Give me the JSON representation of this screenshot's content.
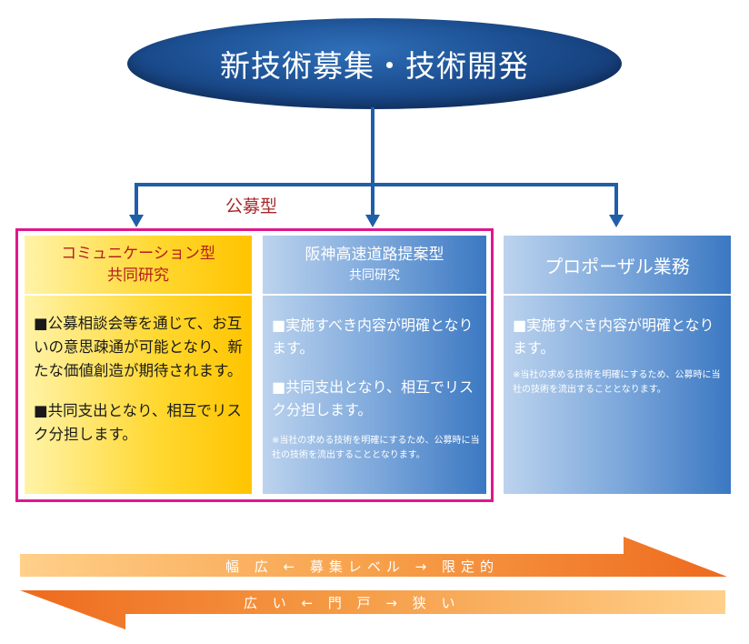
{
  "title": "新技術募集・技術開発",
  "group_label": "公募型",
  "panels": {
    "comm": {
      "title_line1": "コミュニケーション型",
      "title_line2": "共同研究",
      "para1": "■公募相談会等を通じて、お互いの意思疎通が可能となり、新たな価値創造が期待されます。",
      "para2": "■共同支出となり、相互でリスク分担します。"
    },
    "hanshin": {
      "title_line1": "阪神高速道路提案型",
      "title_line2": "共同研究",
      "para1": "■実施すべき内容が明確となります。",
      "para2": "■共同支出となり、相互でリスク分担します。",
      "note": "※当社の求める技術を明確にするため、公募時に当社の技術を流出することとなります。"
    },
    "proposal": {
      "title_line1": "プロポーザル業務",
      "para1": "■実施すべき内容が明確となります。",
      "note": "※当社の求める技術を明確にするため、公募時に当社の技術を流出することとなります。"
    }
  },
  "bands": {
    "top": "幅 広 ← 募集レベル → 限定的",
    "bottom": "広 い ← 門 戸 → 狭 い"
  },
  "colors": {
    "ellipse": "#1c4f92",
    "connector": "#1f5ea8",
    "frame": "#e0178c",
    "group_label": "#a52a2a",
    "comm_title": "#b41e1e",
    "arrow_orange": "#f07a2a"
  }
}
